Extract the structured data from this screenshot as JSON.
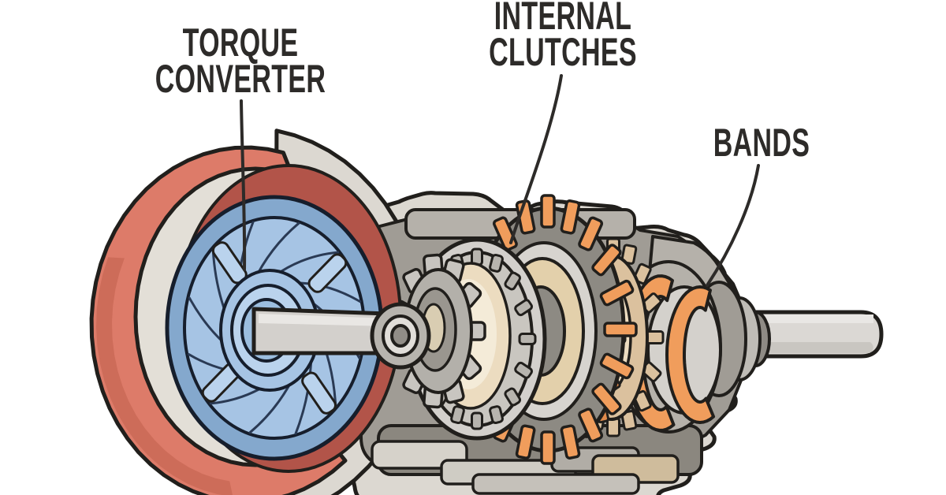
{
  "diagram": {
    "labels": {
      "torque_converter": {
        "line1": "TORQUE",
        "line2": "CONVERTER"
      },
      "internal_clutches": {
        "line1": "INTERNAL",
        "line2": "CLUTCHES"
      },
      "bands": {
        "line1": "BANDS"
      }
    },
    "colors": {
      "background": "#ffffff",
      "outline": "#211f1c",
      "label_text": "#2d2b29",
      "leader_line": "#2d2b29",
      "salmon": "#dd7b69",
      "salmon_shade": "#cd6c59",
      "dark_red": "#b25449",
      "cream": "#e3dfd7",
      "blue_rim": "#84a8cd",
      "blue_blades": "#a6c4e4",
      "blue_light": "#bad3ed",
      "blue_hub": "#9cbedf",
      "blue_line": "#2a3a54",
      "housing": "#dcd8d1",
      "housing_mid": "#b5b1aa",
      "housing_dark": "#a09c95",
      "housing_deep": "#8b877f",
      "steel": "#d3d0cc",
      "steel_light": "#e9e7e4",
      "steel_mid": "#b7b4ae",
      "orange": "#f09d5c",
      "orange_deep": "#e08a4b",
      "tan": "#dbc19e",
      "tan_light": "#ecdcc0"
    }
  }
}
